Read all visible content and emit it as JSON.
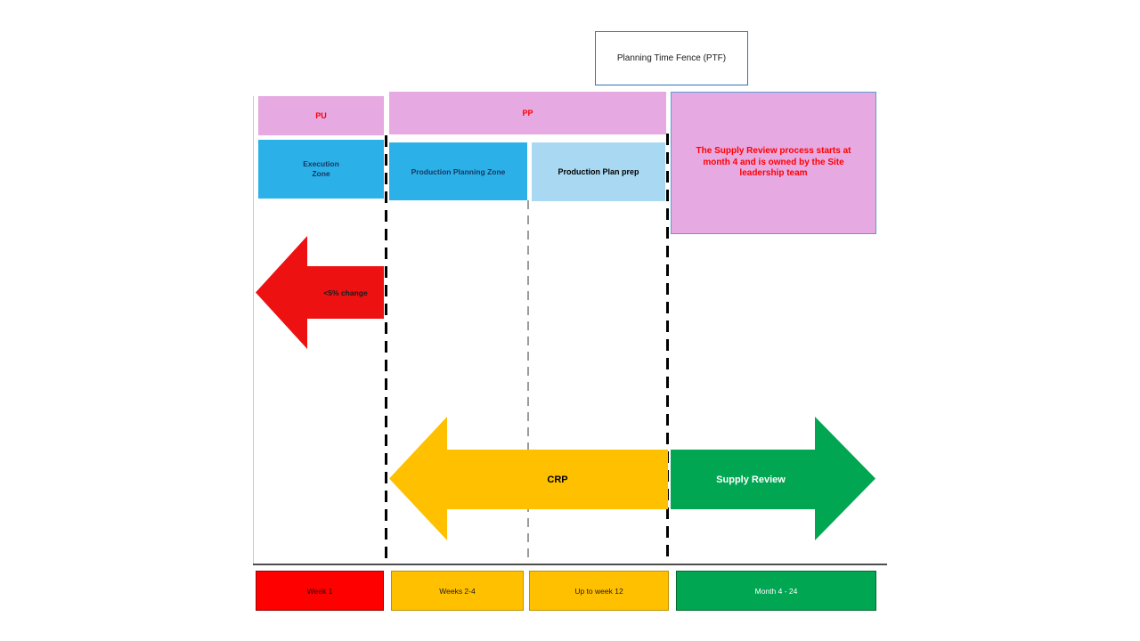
{
  "ptf": {
    "label": "Planning Time Fence (PTF)"
  },
  "zones": {
    "pu": "PU",
    "pp": "PP",
    "execution": "Execution\nZone",
    "production_planning": "Production Planning Zone",
    "production_plan_prep": "Production Plan prep"
  },
  "note": "The Supply Review process starts at month 4 and is owned by the Site leadership team",
  "arrows": {
    "change": "<5% change",
    "crp": "CRP",
    "supply_review": "Supply Review"
  },
  "timeline": [
    {
      "label": "Week 1"
    },
    {
      "label": "Weeks 2-4"
    },
    {
      "label": "Up to week 12"
    },
    {
      "label": "Month 4 - 24"
    }
  ],
  "colors": {
    "pink": "#E6A9E2",
    "zone_blue": "#2BB0E8",
    "zone_light_blue": "#A9D9F2",
    "red": "#EE1111",
    "amber": "#FFC000",
    "green": "#00A651",
    "ptf_border_blue": "#2E75B6",
    "label_red": "#FF0000"
  }
}
